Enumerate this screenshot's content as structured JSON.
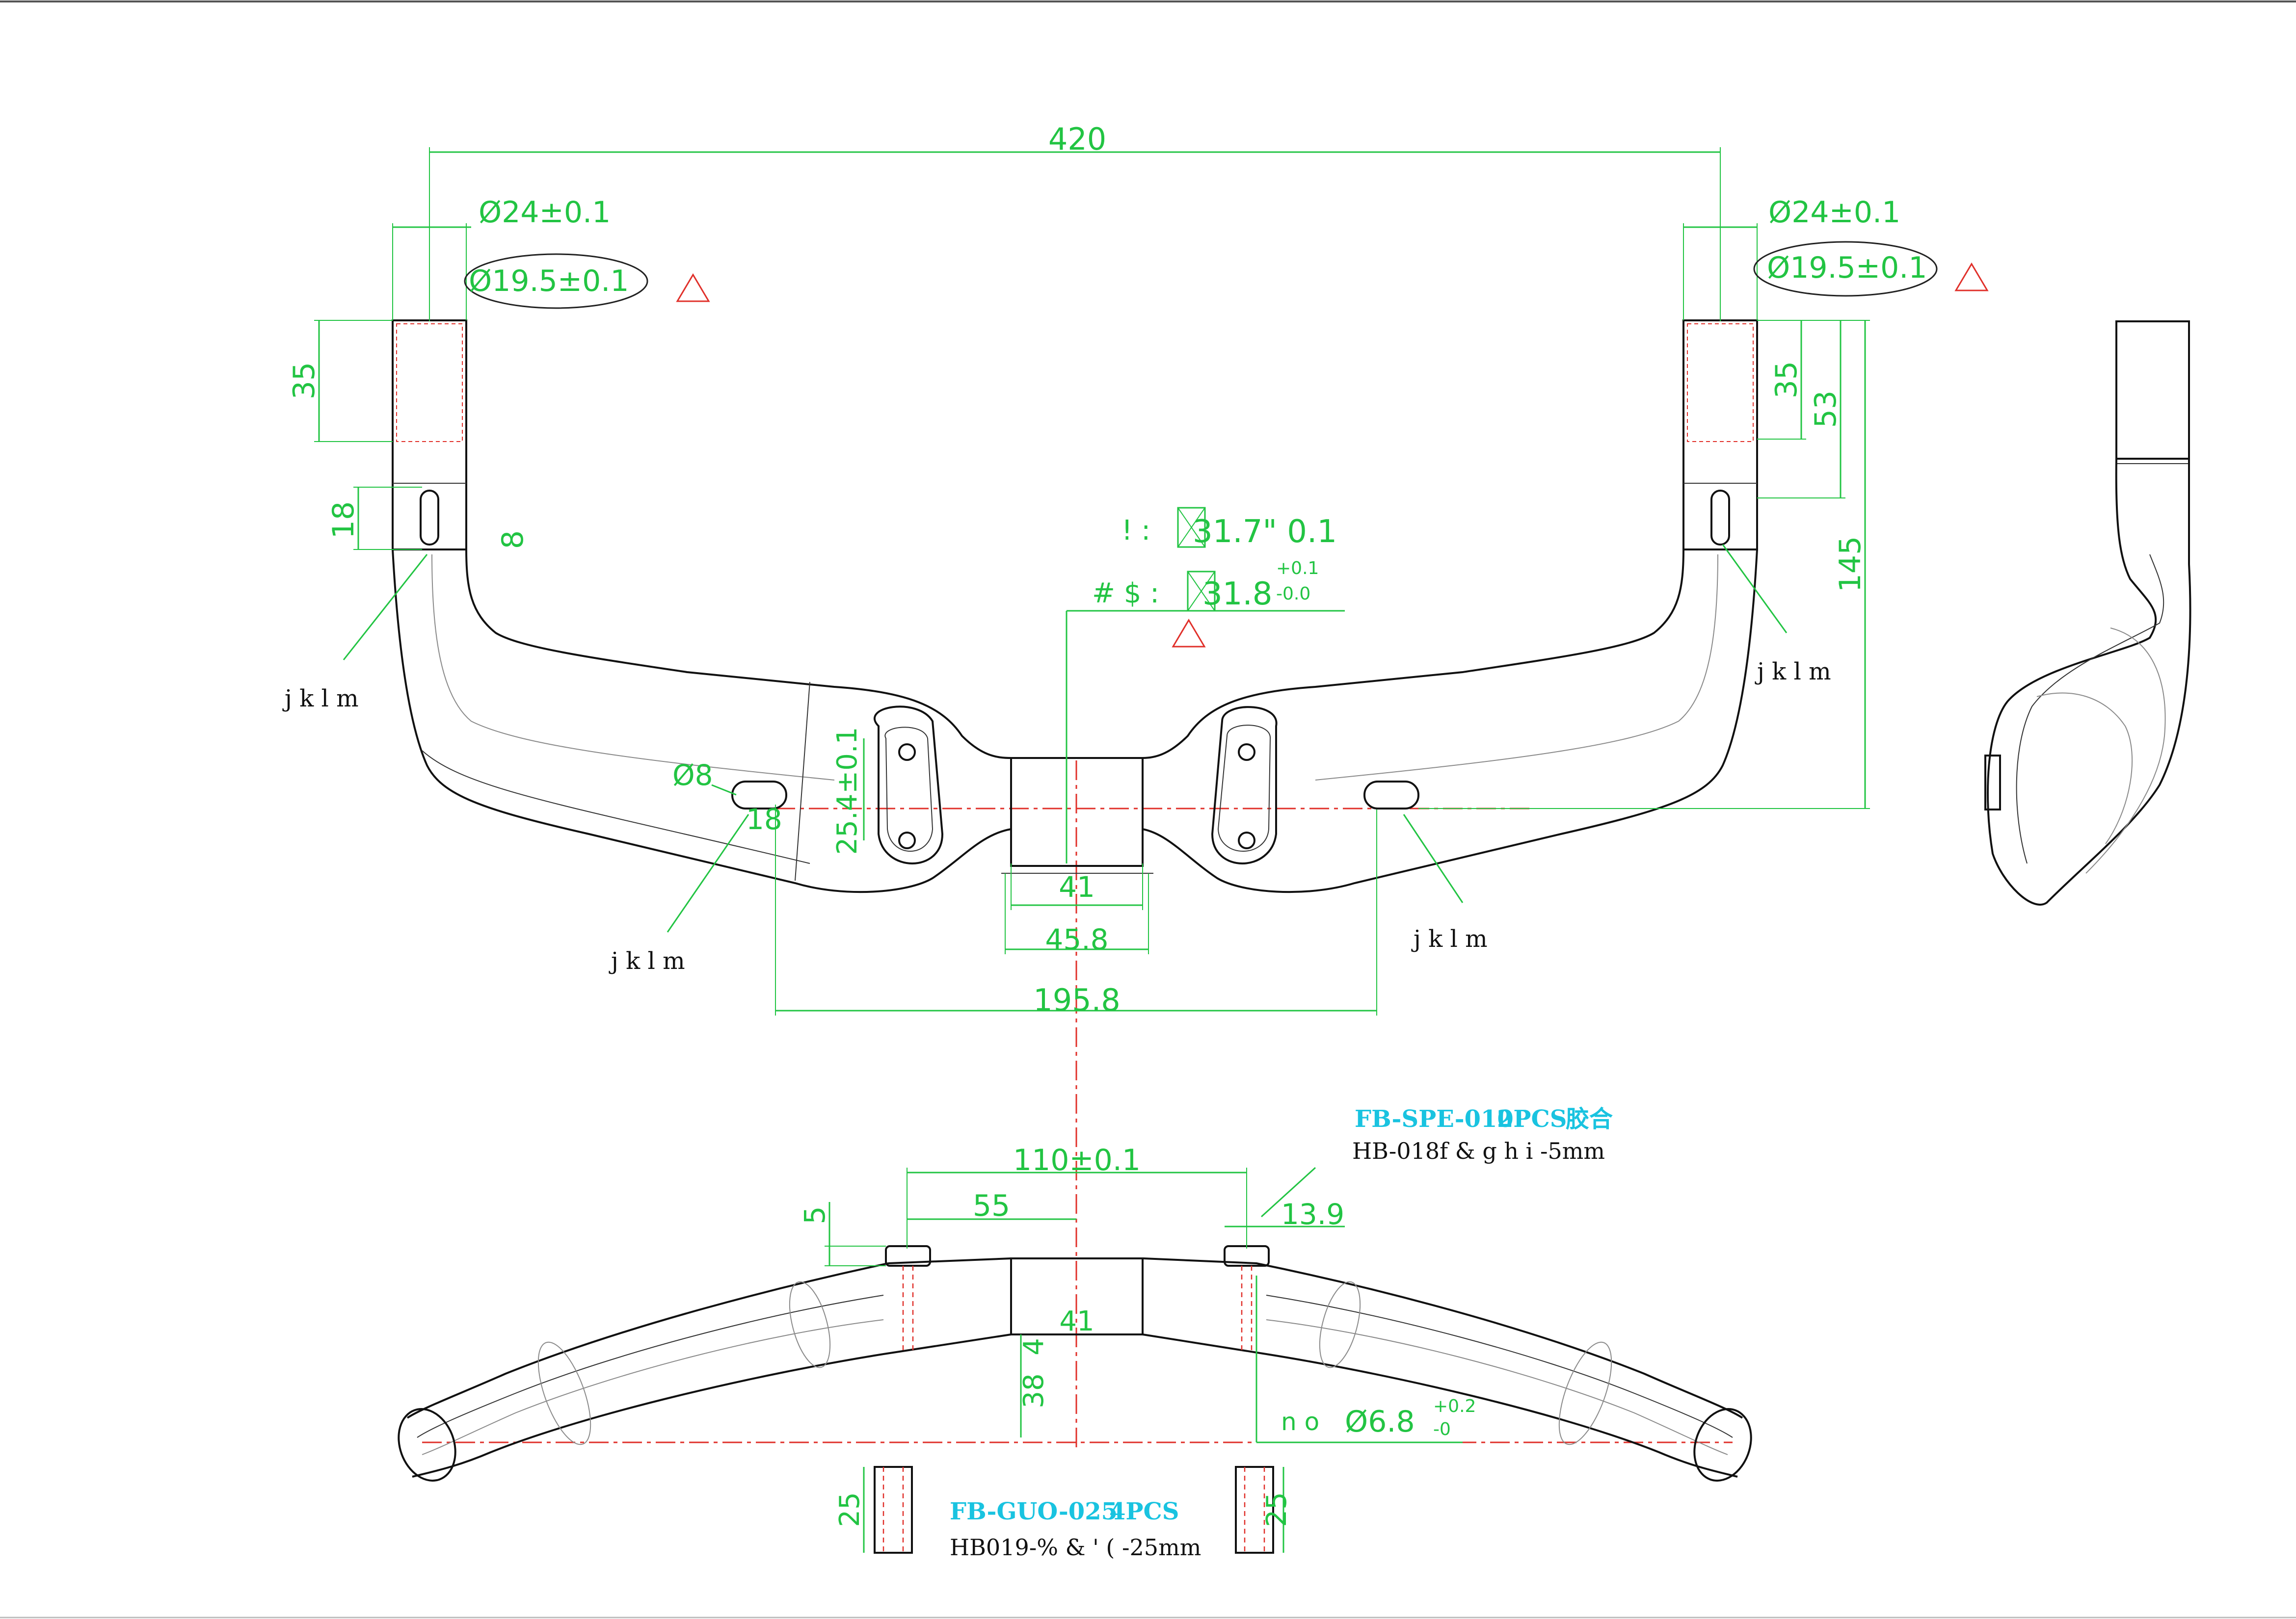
{
  "front_view": {
    "overall_width": "420",
    "left": {
      "outer_dia": "Ø24±0.1",
      "inner_dia": "Ø19.5±0.1",
      "end_length": "35",
      "slot_height": "18",
      "slot_width": "8",
      "callout": "j k l m"
    },
    "right": {
      "outer_dia": "Ø24±0.1",
      "inner_dia": "Ø19.5±0.1",
      "end_length": "35",
      "grip_length": "53",
      "drop": "145",
      "callout": "j k l m"
    },
    "clamp_spec_1_prefix": "! :",
    "clamp_spec_1_value": "31.7\" 0.1",
    "clamp_spec_2_prefix": "# $ :",
    "clamp_spec_2_value": "31.8",
    "clamp_spec_2_tol_upper": "+0.1",
    "clamp_spec_2_tol_lower": "-0.0",
    "port_dia": "Ø8",
    "port_length": "18",
    "mount_spacing": "25.4±0.1",
    "clamp_width": "41",
    "clamp_outer": "45.8",
    "port_span": "195.8",
    "callout_lower_left": "j k l m",
    "callout_lower_right": "j k l m"
  },
  "top_view": {
    "part_1_code": "FB-SPE-010",
    "part_1_qty": "2PCS",
    "part_1_note": "胶合",
    "part_1_spec": "HB-018f & g h i -5mm",
    "mount_span": "110±0.1",
    "half_span": "55",
    "riser": "5",
    "offset": "13.9",
    "clamp_width": "41",
    "depth_small": "4",
    "depth": "38",
    "hole_label": "n o",
    "hole_dia": "Ø6.8",
    "hole_tol_upper": "+0.2",
    "hole_tol_lower": "-0",
    "part_2_code": "FB-GUO-025",
    "part_2_qty": "4PCS",
    "part_2_spec": "HB019-% & ' ( -25mm",
    "sleeve_left_len": "25",
    "sleeve_right_len": "25"
  }
}
